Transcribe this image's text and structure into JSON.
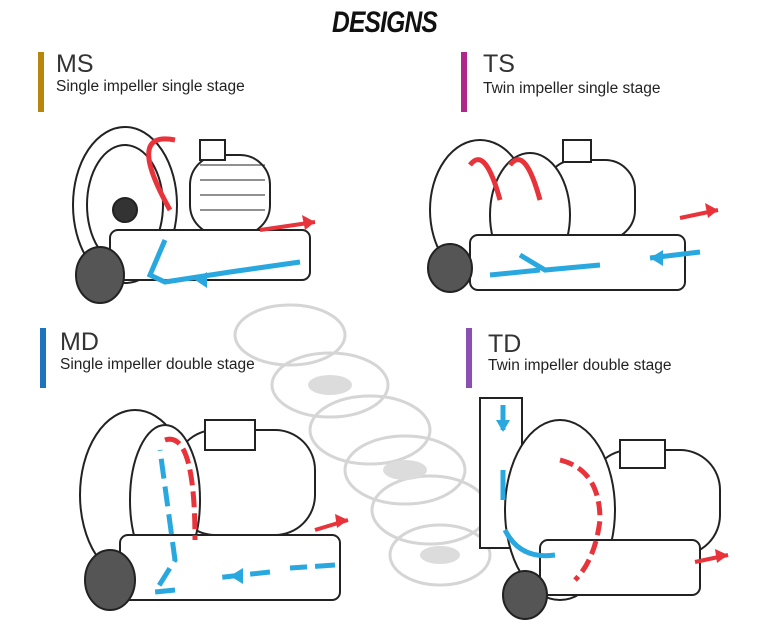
{
  "heading": "DESIGNS",
  "designs": [
    {
      "code": "MS",
      "description": "Single impeller single stage",
      "color": "#b8860b"
    },
    {
      "code": "TS",
      "description": "Twin impeller single stage",
      "color": "#b0278a"
    },
    {
      "code": "MD",
      "description": "Single impeller double stage",
      "color": "#1e73be"
    },
    {
      "code": "TD",
      "description": "Twin impeller double stage",
      "color": "#8a4fb0"
    }
  ],
  "flow_colors": {
    "inlet": "#29a8e0",
    "outlet": "#e8333a"
  },
  "icons": [
    "blower-ms-illustration",
    "blower-ts-illustration",
    "blower-md-illustration",
    "blower-td-illustration",
    "exploded-impeller-background"
  ]
}
